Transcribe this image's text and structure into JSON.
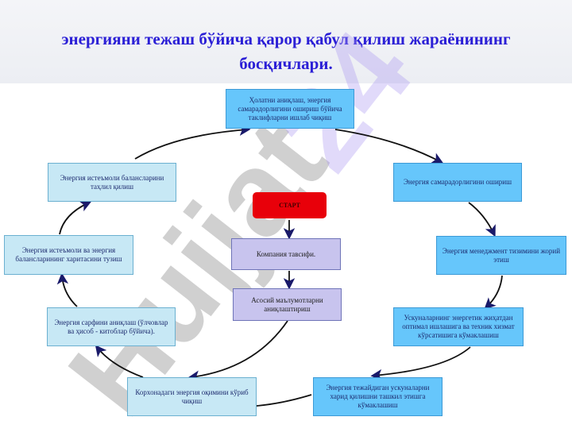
{
  "title": "энергияни тежаш бўйича қарор қабул қилиш жараёнининг босқичлари.",
  "watermark": {
    "left": "Hujjat",
    "right": "24"
  },
  "start": "СТАРТ",
  "center": {
    "company": "Компания тавсифи.",
    "data": "Асосий маълумотларни аниқлаштириш"
  },
  "cycle": [
    "Ҳолатни аниқлаш, энергия самарадорлигини ошириш бўйича таклифларни ишлаб чиқиш",
    "Энергия самарадорлигини ошириш",
    "Энергия менеджмент тизимини жорий этиш",
    "Ускуналарнинг энергетик жиҳатдан оптимал ишлашига ва техник хизмат кўрсатишига кўмаклашиш",
    "Энергия тежайдиган ускуналарни харид қилишни ташкил этишга кўмаклашиш",
    "Корхонадаги энергия оқимини кўриб чиқиш",
    "Энергия сарфини аниқлаш (ўлчовлар ва ҳисоб - китоблар бўйича).",
    "Энергия истеъмоли ва энергия балансларининг харитасини тузиш",
    "Энергия истеъмоли балансларини таҳлил қилиш"
  ]
}
